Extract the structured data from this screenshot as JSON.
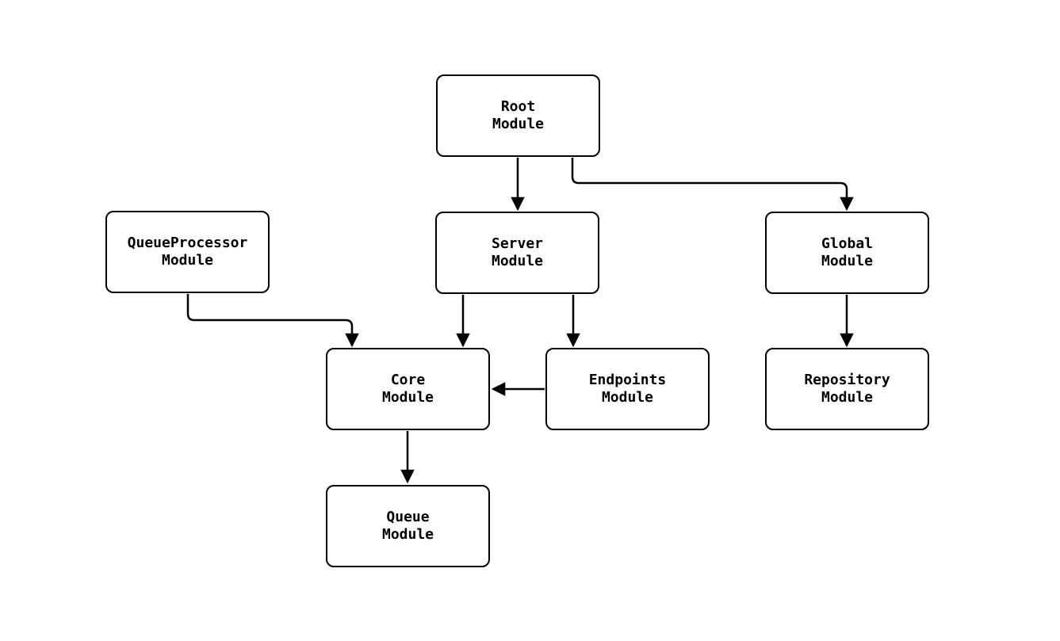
{
  "diagram": {
    "type": "module-dependency-graph",
    "background_color": "#ffffff",
    "node_fill_color": "#ffffff",
    "line_color": "#000000",
    "text_color": "#000000",
    "nodes": [
      {
        "id": "root",
        "label": "Root\nModule"
      },
      {
        "id": "queueprocessor",
        "label": "QueueProcessor\nModule"
      },
      {
        "id": "server",
        "label": "Server\nModule"
      },
      {
        "id": "global",
        "label": "Global\nModule"
      },
      {
        "id": "core",
        "label": "Core\nModule"
      },
      {
        "id": "endpoints",
        "label": "Endpoints\nModule"
      },
      {
        "id": "repository",
        "label": "Repository\nModule"
      },
      {
        "id": "queue",
        "label": "Queue\nModule"
      }
    ],
    "edges": [
      {
        "from": "root",
        "to": "server"
      },
      {
        "from": "root",
        "to": "global"
      },
      {
        "from": "queueprocessor",
        "to": "core"
      },
      {
        "from": "server",
        "to": "core"
      },
      {
        "from": "server",
        "to": "endpoints"
      },
      {
        "from": "endpoints",
        "to": "core"
      },
      {
        "from": "core",
        "to": "queue"
      },
      {
        "from": "global",
        "to": "repository"
      }
    ]
  }
}
